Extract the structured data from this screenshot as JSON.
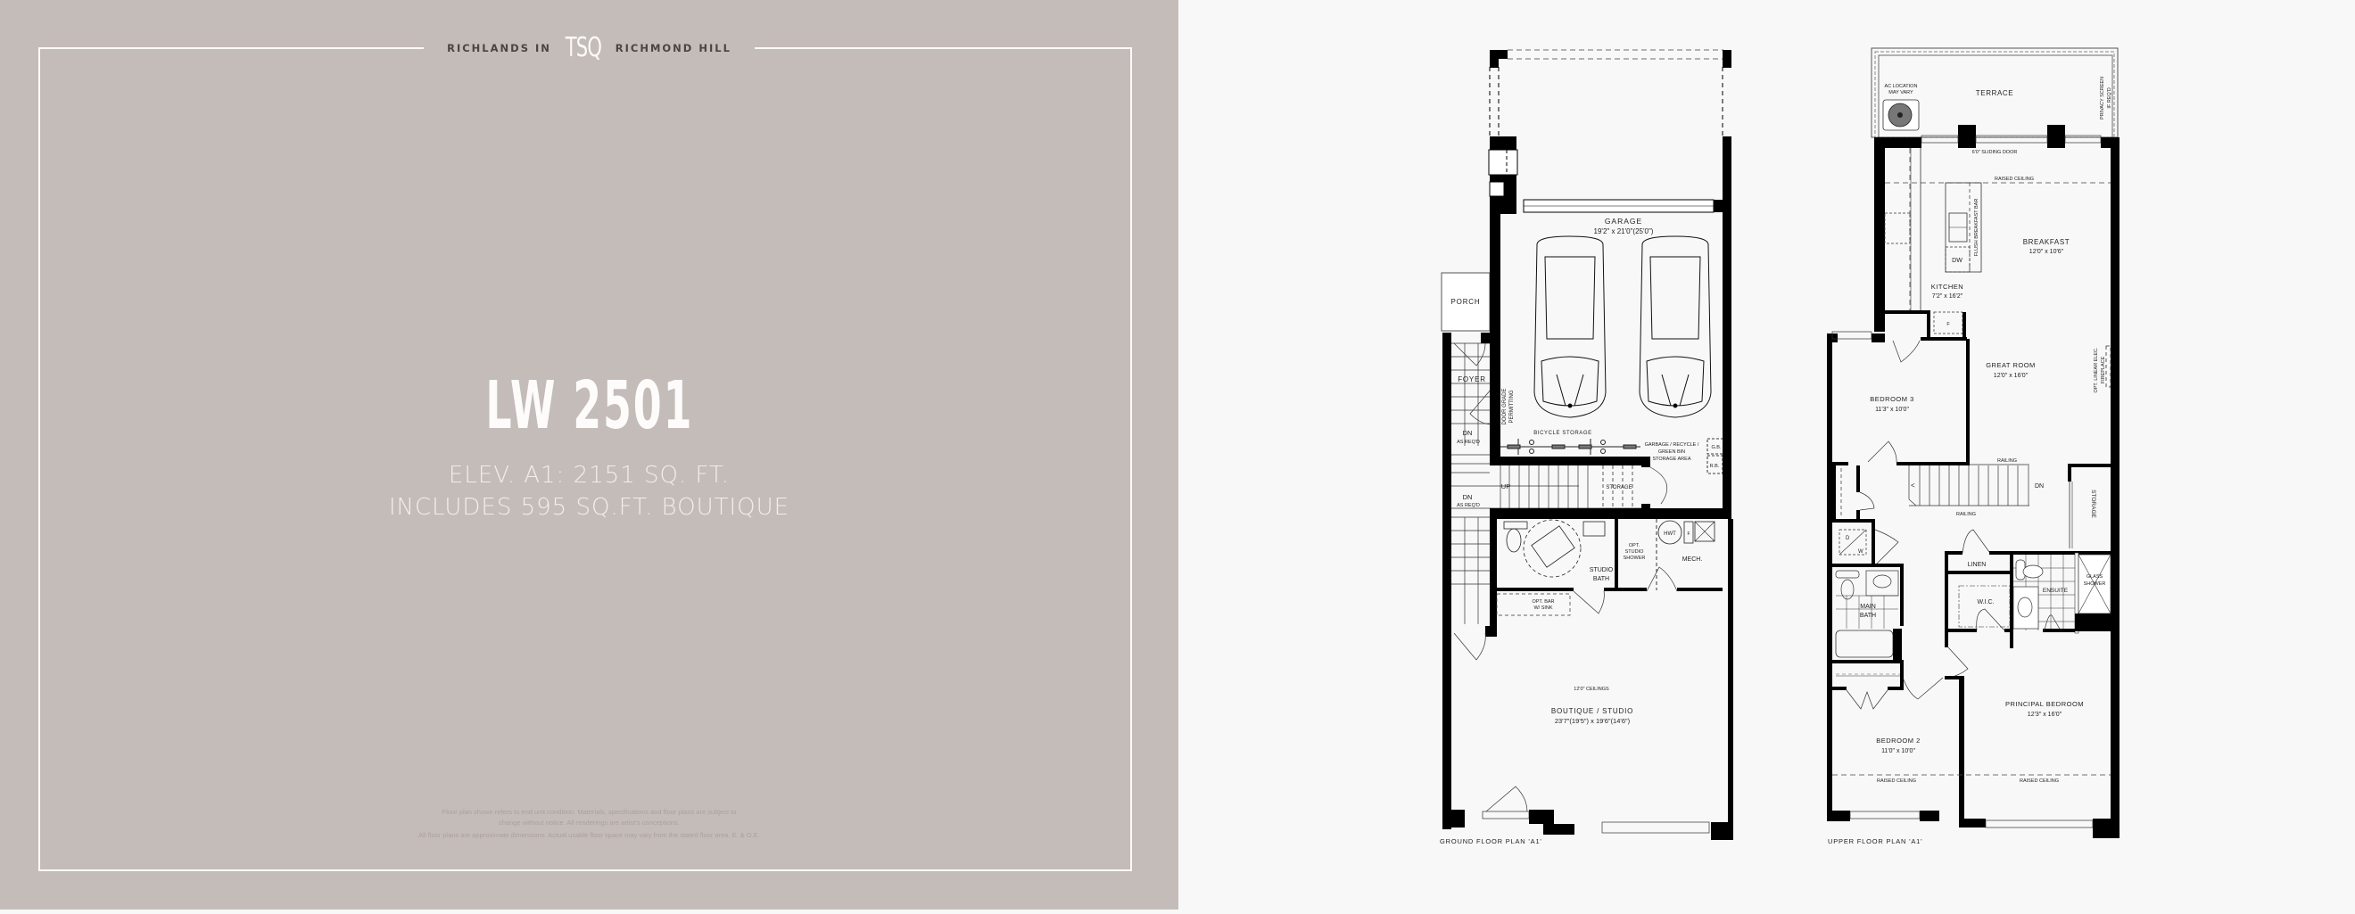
{
  "brochure": {
    "brand": {
      "prefix": "RICHLANDS IN",
      "logo": "TSQ",
      "suffix": "RICHMOND HILL"
    },
    "model": "LW 2501",
    "area_line": "ELEV. A1: 2151 SQ. FT.",
    "boutique_line": "INCLUDES 595 SQ.FT. BOUTIQUE",
    "disclaimer": [
      "Floor plan shown refers to end unit condition. Materials, specifications and floor plans are subject to",
      "change without notice. All renderings are artist's conceptions.",
      "All floor plans are approximate dimensions. Actual usable floor space may vary from the stated floor area. E. & O.E."
    ],
    "colors": {
      "panel_bg": "#c4bcb9",
      "page_bg": "#f9f8f8",
      "frame": "#fbfaf8",
      "wall": "#000000"
    }
  },
  "ground_floor": {
    "title": "GROUND FLOOR PLAN 'A1'",
    "rooms": {
      "garage": {
        "name": "GARAGE",
        "dims": "19'2\" x 21'0\"(25'0\")"
      },
      "porch": {
        "name": "PORCH"
      },
      "foyer": {
        "name": "FOYER"
      },
      "door_grade": {
        "line1": "DOOR GRADE",
        "line2": "PERMITTING"
      },
      "dn_top": "DN",
      "as_reqd_top": "AS REQ'D",
      "up": "UP",
      "dn_bottom": "DN",
      "as_reqd_bottom": "AS REQ'D",
      "bicycle": "BICYCLE STORAGE",
      "garbage": {
        "line1": "GARBAGE / RECYCLE /",
        "line2": "GREEN BIN",
        "line3": "STORAGE AREA"
      },
      "gb": "G.B.",
      "rb": "R.B.",
      "storage": "STORAGE",
      "studio_bath": {
        "line1": "STUDIO",
        "line2": "BATH"
      },
      "opt_shower": {
        "line1": "OPT.",
        "line2": "STUDIO",
        "line3": "SHOWER"
      },
      "hwt": "HWT",
      "f": "F",
      "mech": "MECH.",
      "opt_bar": {
        "line1": "OPT. BAR",
        "line2": "W/ SINK"
      },
      "ceilings": "12'0\" CEILINGS",
      "boutique": {
        "name": "BOUTIQUE / STUDIO",
        "dims": "23'7\"(19'5\") x 19'6\"(14'6\")"
      }
    }
  },
  "upper_floor": {
    "title": "UPPER FLOOR PLAN 'A1'",
    "rooms": {
      "ac": {
        "line1": "AC LOCATION",
        "line2": "MAY VARY"
      },
      "terrace": "TERRACE",
      "privacy": {
        "line1": "PRIVACY SCREEN",
        "line2": "IF REQ'D"
      },
      "sliding_door": "6'0\" SLIDING DOOR",
      "raised_ceiling": "RAISED CEILING",
      "flush_bar": "FLUSH BREAKFAST BAR",
      "dw": "DW",
      "breakfast": {
        "name": "BREAKFAST",
        "dims": "12'0\" x 10'6\""
      },
      "kitchen": {
        "name": "KITCHEN",
        "dims": "7'2\" x 16'2\""
      },
      "fridge": "F",
      "great_room": {
        "name": "GREAT ROOM",
        "dims": "12'0\" x 16'0\""
      },
      "fireplace": {
        "line1": "OPT. LINEAR ELEC.",
        "line2": "FIREPLACE"
      },
      "bedroom3": {
        "name": "BEDROOM 3",
        "dims": "11'3\" x 10'0\""
      },
      "railing": "RAILING",
      "dn": "DN",
      "storage": "STORAGE",
      "d": "D",
      "w": "W",
      "linen": "LINEN",
      "main_bath": {
        "line1": "MAIN",
        "line2": "BATH"
      },
      "wic": "W.I.C.",
      "ensuite": "ENSUITE",
      "glass_shower": {
        "line1": "GLASS",
        "line2": "SHOWER"
      },
      "principal": {
        "name": "PRINCIPAL BEDROOM",
        "dims": "12'3\" x 16'0\""
      },
      "bedroom2": {
        "name": "BEDROOM 2",
        "dims": "11'0\" x 10'0\""
      }
    }
  }
}
